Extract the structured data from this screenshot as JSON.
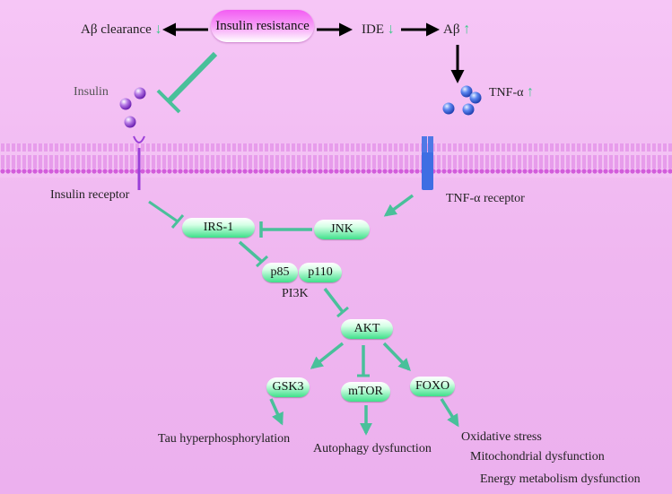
{
  "top": {
    "insulin_resistance": "Insulin resistance",
    "ab_clearance": "Aβ clearance",
    "ide": "IDE",
    "ab": "Aβ",
    "insulin": "Insulin",
    "tnf_alpha": "TNF-α",
    "arrow_down": "↓",
    "arrow_up": "↑"
  },
  "membrane": {
    "insulin_receptor": "Insulin receptor",
    "tnf_receptor": "TNF-α receptor"
  },
  "pathway": {
    "irs1": "IRS-1",
    "jnk": "JNK",
    "p85": "p85",
    "p110": "p110",
    "pi3k": "PI3K",
    "akt": "AKT",
    "gsk3": "GSK3",
    "mtor": "mTOR",
    "foxo": "FOXO"
  },
  "outcomes": {
    "tau": "Tau hyperphosphorylation",
    "autophagy": "Autophagy dysfunction",
    "oxidative": "Oxidative stress",
    "mitochondrial": "Mitochondrial dysfunction",
    "energy": "Energy metabolism dysfunction"
  },
  "colors": {
    "background": "#efb6f0",
    "arrow_green": "#49c09a",
    "membrane_purple": "#c24fd6",
    "receptor_blue": "#4f78e6",
    "insulin_purple": "#a04ad8",
    "tnf_blue": "#3f6ee3"
  }
}
